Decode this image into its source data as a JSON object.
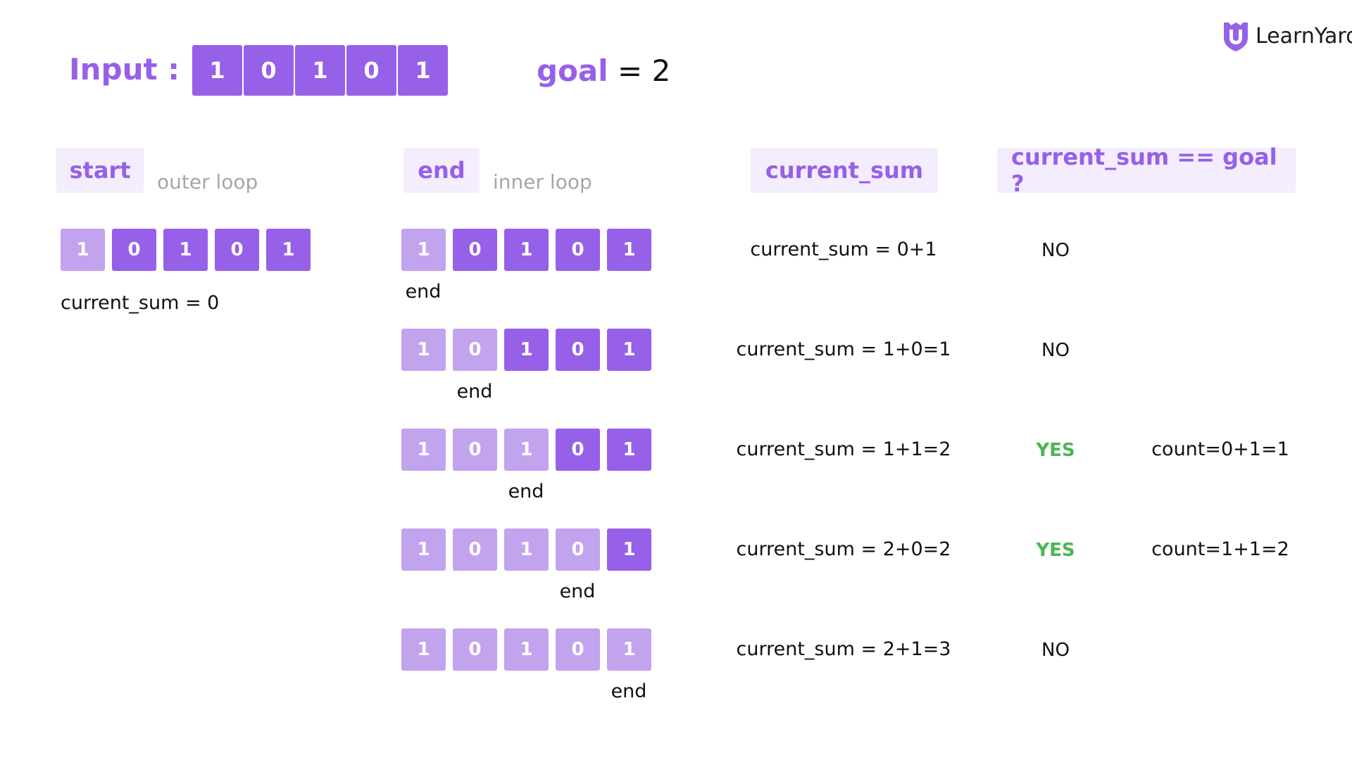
{
  "input_label": "Input :",
  "input_values": [
    "1",
    "0",
    "1",
    "0",
    "1"
  ],
  "goal": {
    "word": "goal",
    "rest": "= 2"
  },
  "logo": {
    "text": "LearnYard"
  },
  "headers": {
    "start": "start",
    "start_note": "outer loop",
    "end": "end",
    "end_note": "inner loop",
    "current_sum": "current_sum",
    "check": "current_sum == goal ?"
  },
  "start_array": {
    "values": [
      "1",
      "0",
      "1",
      "0",
      "1"
    ],
    "faded": [
      true,
      false,
      false,
      false,
      false
    ]
  },
  "start_text": "current_sum = 0",
  "rows": [
    {
      "values": [
        "1",
        "0",
        "1",
        "0",
        "1"
      ],
      "faded": [
        true,
        false,
        false,
        false,
        false
      ],
      "end_label": "end",
      "end_index": 0,
      "sum": "current_sum = 0+1",
      "result": "NO",
      "is_yes": false,
      "count": ""
    },
    {
      "values": [
        "1",
        "0",
        "1",
        "0",
        "1"
      ],
      "faded": [
        true,
        true,
        false,
        false,
        false
      ],
      "end_label": "end",
      "end_index": 1,
      "sum": "current_sum = 1+0=1",
      "result": "NO",
      "is_yes": false,
      "count": ""
    },
    {
      "values": [
        "1",
        "0",
        "1",
        "0",
        "1"
      ],
      "faded": [
        true,
        true,
        true,
        false,
        false
      ],
      "end_label": "end",
      "end_index": 2,
      "sum": "current_sum = 1+1=2",
      "result": "YES",
      "is_yes": true,
      "count": "count=0+1=1"
    },
    {
      "values": [
        "1",
        "0",
        "1",
        "0",
        "1"
      ],
      "faded": [
        true,
        true,
        true,
        true,
        false
      ],
      "end_label": "end",
      "end_index": 3,
      "sum": "current_sum = 2+0=2",
      "result": "YES",
      "is_yes": true,
      "count": "count=1+1=2"
    },
    {
      "values": [
        "1",
        "0",
        "1",
        "0",
        "1"
      ],
      "faded": [
        true,
        true,
        true,
        true,
        true
      ],
      "end_label": "end",
      "end_index": 4,
      "sum": "current_sum = 2+1=3",
      "result": "NO",
      "is_yes": false,
      "count": ""
    }
  ],
  "colors": {
    "accent": "#9660E8",
    "faded": "#C2A3EE",
    "label_bg": "#F3EDFD",
    "yes": "#4CB553",
    "note_gray": "#A6A6A6"
  }
}
